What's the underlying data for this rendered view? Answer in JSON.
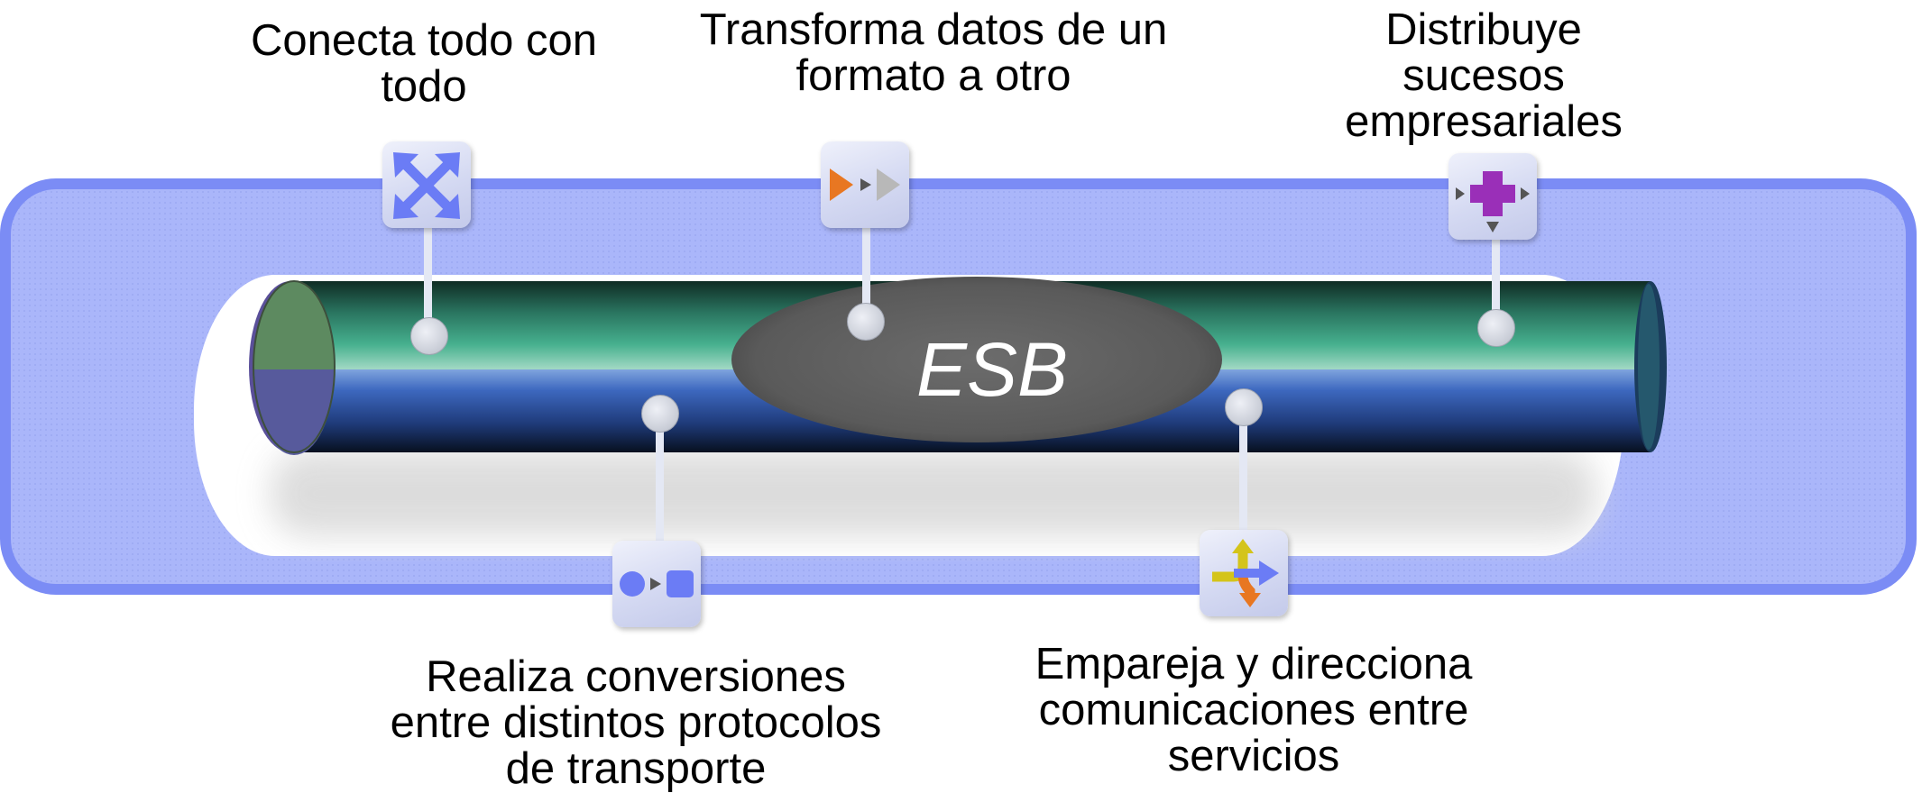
{
  "diagram": {
    "center_label": "ESB",
    "functions": {
      "connect": {
        "lines": [
          "Conecta todo con",
          "todo"
        ],
        "icon": "expand-arrows-icon"
      },
      "transform": {
        "lines": [
          "Transforma datos de un",
          "formato a otro"
        ],
        "icon": "triangle-flow-icon"
      },
      "distribute": {
        "lines": [
          "Distribuye",
          "sucesos",
          "empresariales"
        ],
        "icon": "cross-distribute-icon"
      },
      "convert": {
        "lines": [
          "Realiza conversiones",
          "entre distintos protocolos",
          "de transporte"
        ],
        "icon": "circle-to-square-icon"
      },
      "route": {
        "lines": [
          "Empareja y direcciona",
          "comunicaciones entre",
          "servicios"
        ],
        "icon": "route-arrows-icon"
      }
    },
    "colors": {
      "frame": "#7b8cf5",
      "frame_fill": "#aab6fa",
      "pipe_green": "#3a9a7c",
      "pipe_blue": "#2f56a8",
      "esb_ellipse": "#5f5f5f",
      "accent_orange": "#e87722",
      "accent_purple": "#9a2fb8",
      "accent_blue": "#6b7cf5",
      "accent_yellow": "#d4c41a"
    }
  }
}
